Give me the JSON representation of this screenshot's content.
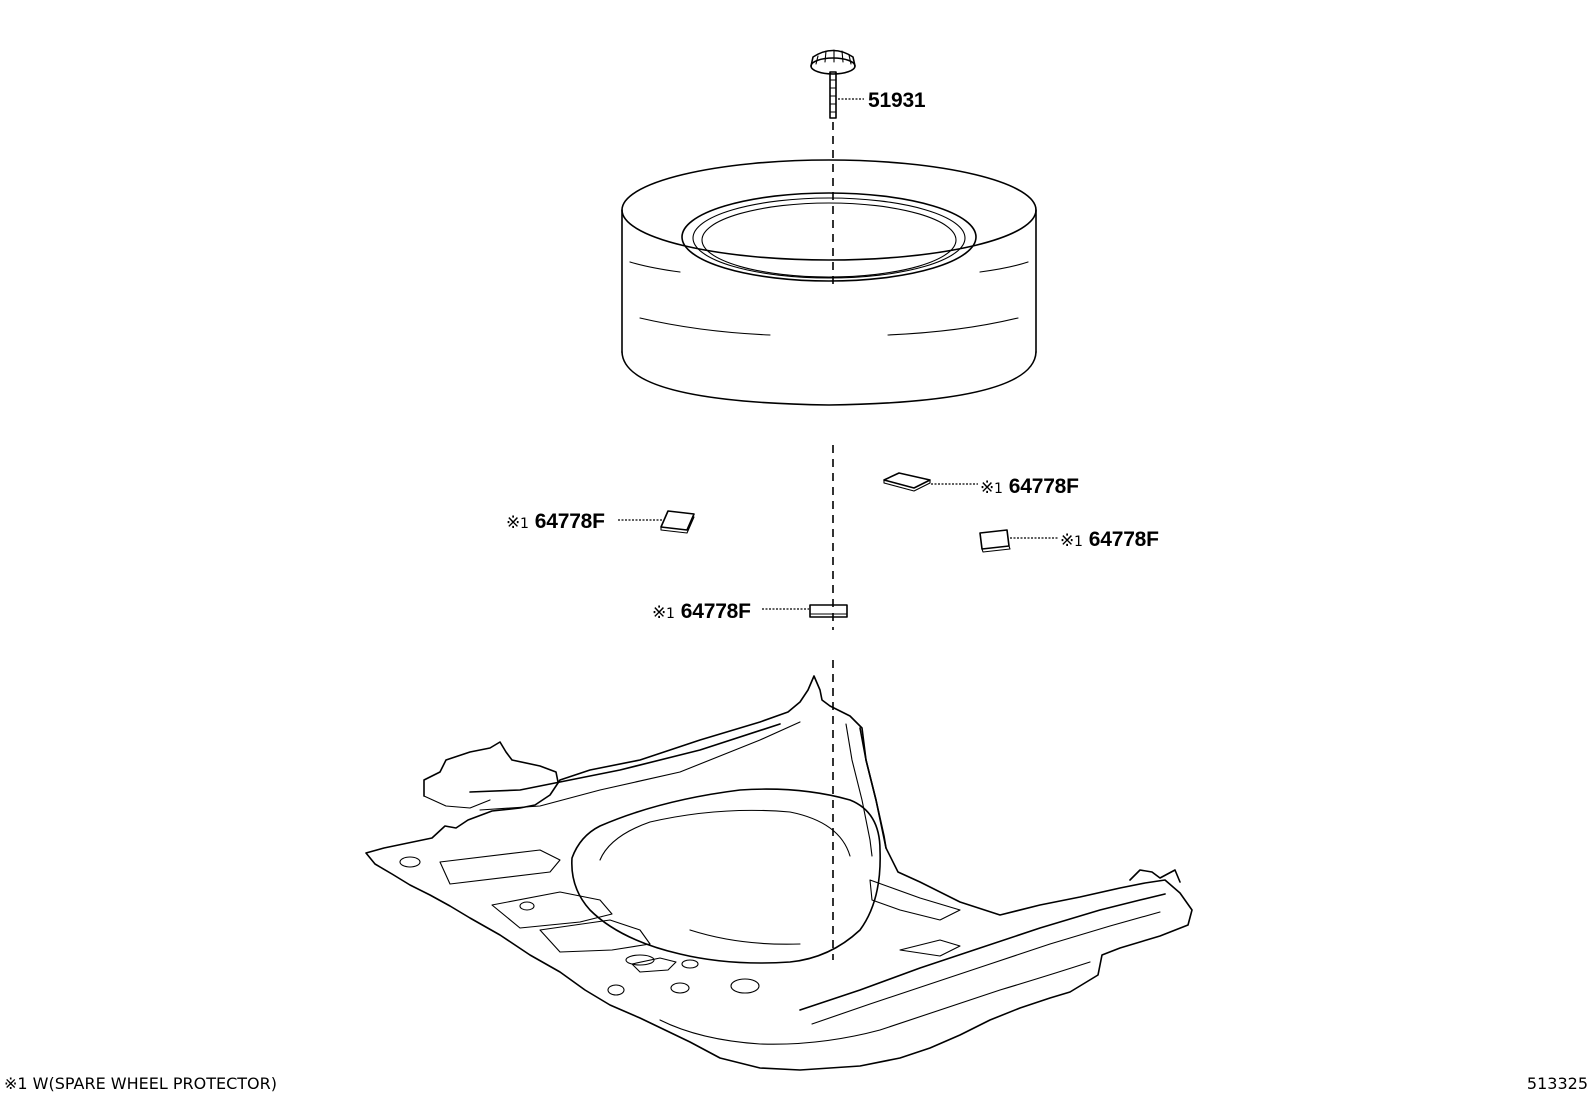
{
  "parts": {
    "hold_down_bolt": {
      "code": "51931"
    },
    "protector_right_upper": {
      "mark": "※",
      "note_num": "1",
      "code": "64778F"
    },
    "protector_left": {
      "mark": "※",
      "note_num": "1",
      "code": "64778F"
    },
    "protector_right_lower": {
      "mark": "※",
      "note_num": "1",
      "code": "64778F"
    },
    "protector_center": {
      "mark": "※",
      "note_num": "1",
      "code": "64778F"
    }
  },
  "footnote": {
    "text": "※1 W(SPARE WHEEL PROTECTOR)"
  },
  "figure": {
    "id": "513325"
  },
  "colors": {
    "line": "#000000",
    "background": "#ffffff"
  }
}
